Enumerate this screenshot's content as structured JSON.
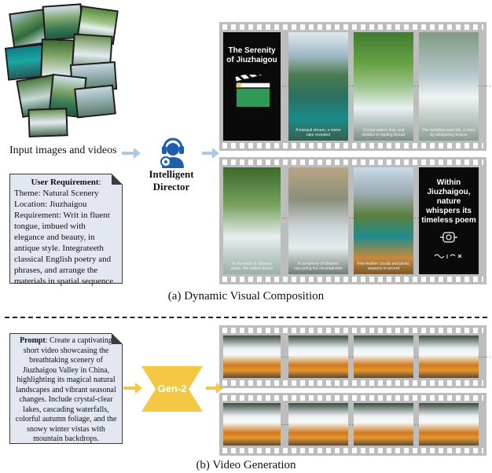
{
  "input_caption": "Input images and videos",
  "director": {
    "line1": "Intelligent",
    "line2": "Director"
  },
  "requirement": {
    "title": "User Requirement",
    "lines": [
      "Theme: Natural Scenery",
      "Location: Jiuzhaigou",
      "Requirement: Writ in fluent",
      "tongue, imbued with",
      "elegance and beauty, in",
      "antique style. Integrateeth",
      "classical English poetry and",
      "phrases, and arrange the",
      "materials in spatial sequence."
    ]
  },
  "film_top": {
    "title_card": {
      "line1": "The Serenity",
      "line2": "of Jiuzhaigou"
    },
    "frames": [
      {
        "caption": "A tranquil stream, a mirror lake revealed"
      },
      {
        "caption": "Crystal waters flow, and shades in rippling thread"
      },
      {
        "caption": "The tumbling waterfall, a voice by whispering breeze"
      }
    ]
  },
  "film_mid": {
    "frames": [
      {
        "caption": "In the heart of nature's grace, the waters dance"
      },
      {
        "caption": "A symphony of droplets cascading the mountainside"
      },
      {
        "caption": "Fine-feather clouds and pines, seasons in accord"
      }
    ],
    "end_card": {
      "lines": [
        "Within",
        "Jiuzhaigou,",
        "nature",
        "whispers its",
        "timeless poem"
      ]
    }
  },
  "section_a_caption": "(a) Dynamic Visual Composition",
  "prompt": {
    "label": "Prompt",
    "text": "Create a captivating short video showcasing the breathtaking scenery of Jiuzhaigou Valley in China, highlighting its magical natural landscapes and vibrant seasonal changes. Include crystal-clear lakes, cascading waterfalls, colorful autumn foliage, and the snowy winter vistas with mountain backdrops."
  },
  "gen_model": "Gen-2",
  "section_b_caption": "(b) Video Generation",
  "ellipsis": "......",
  "colors": {
    "arrow_blue": "#a9c8ea",
    "gen_gold": "#f5c843",
    "box_fill": "#e3e7f2",
    "film_gray": "#bdbdbd"
  },
  "icons": [
    "clapperboard-icon",
    "director-headset-icon",
    "hand-seal-icon"
  ]
}
